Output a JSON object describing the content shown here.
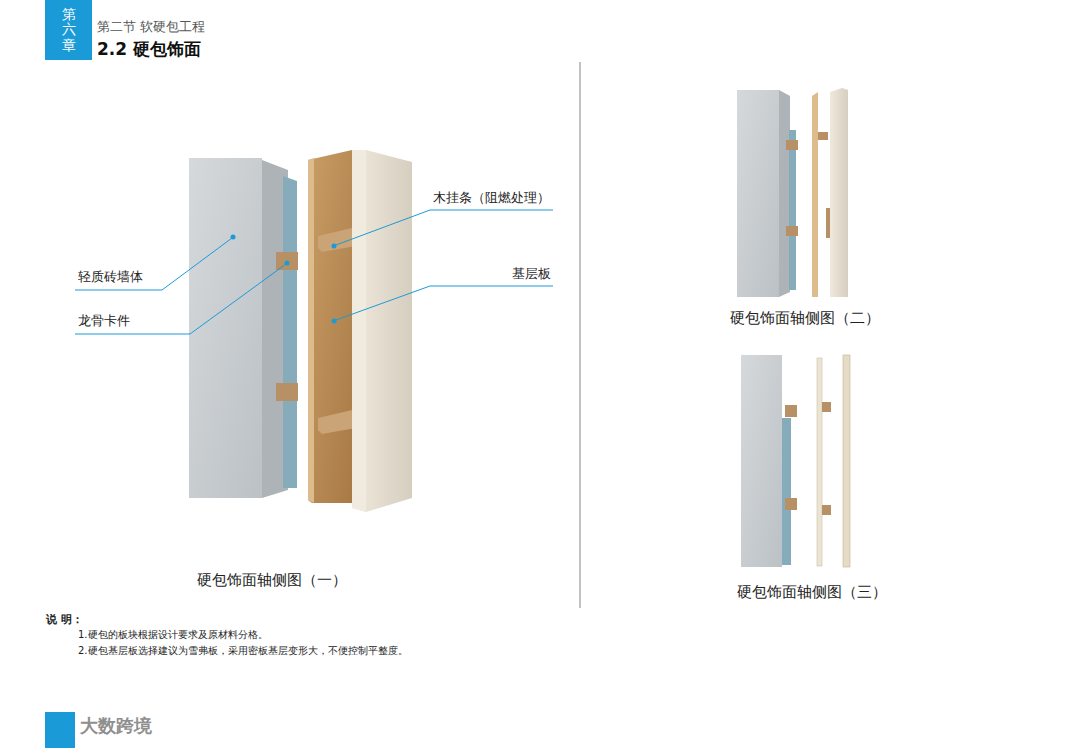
{
  "diagram": {
    "title": "2.2 硬包饰面",
    "nodes": [
      {
        "text": [
          "第六章"
        ]
      }
    ],
    "labels": [
      "第二节 软硬包工程",
      "木挂条（阻燃处理）",
      "基层板",
      "轻质砖墙体",
      "龙骨卡件",
      "硬包饰面轴侧图（一）",
      "硬包饰面轴侧图（二）",
      "硬包饰面轴侧图（三）",
      "说 明：",
      "1.硬包的板块根据设计要求及原材料分格。",
      "2.硬包基层板选择建议为雪弗板，采用密板基层变形大，不便控制平整度。",
      "大数跨境"
    ]
  }
}
